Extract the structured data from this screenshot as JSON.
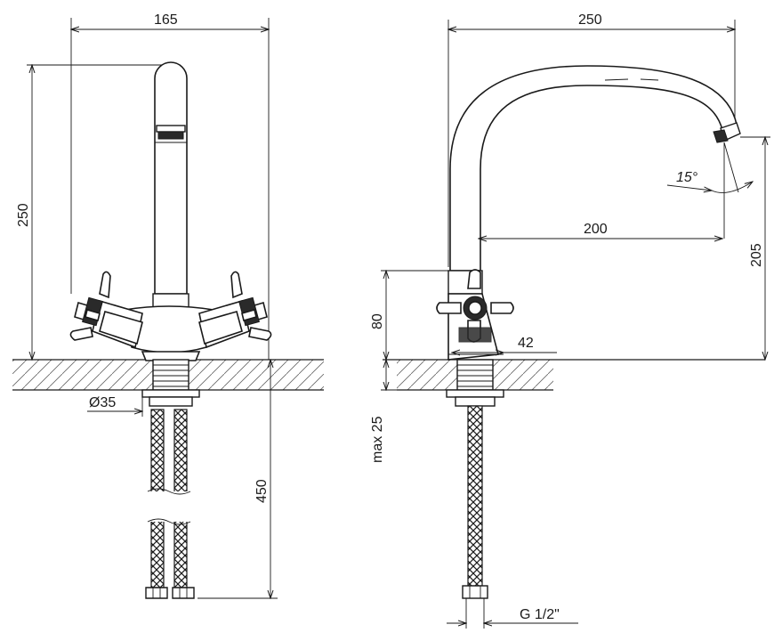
{
  "dimensions": {
    "front_width": "165",
    "front_height": "250",
    "base_diameter": "Ø35",
    "hose_length": "450",
    "side_reach": "250",
    "spout_reach": "200",
    "swivel_angle": "15°",
    "spout_height": "205",
    "base_height": "80",
    "base_width": "42",
    "max_mount": "max 25",
    "thread": "G 1/2\""
  },
  "colors": {
    "line": "#1a1a1a",
    "hatch": "#555555",
    "background": "#ffffff"
  }
}
